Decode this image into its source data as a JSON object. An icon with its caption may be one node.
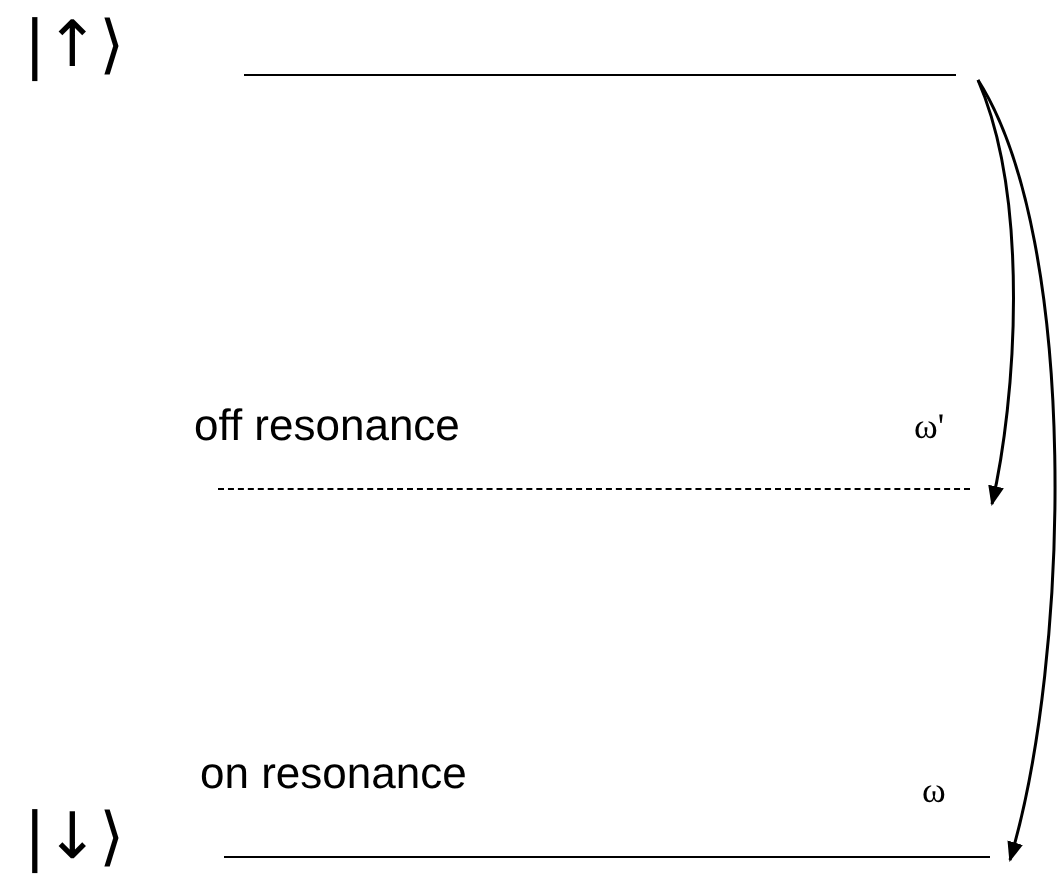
{
  "diagram": {
    "nodes": [
      {
        "text": [],
        "shape": "bar",
        "beside": [
          "|↑⟩"
        ]
      },
      {
        "text": [
          "off resonance"
        ]
      },
      {
        "text": [
          "on resonance"
        ],
        "beside": [
          "|↓⟩"
        ]
      }
    ],
    "edges": [
      {
        "from": 0,
        "to": 1,
        "arrow": "to",
        "label": "ω'"
      },
      {
        "from": 0,
        "to": 2,
        "arrow": "to",
        "label": "ω"
      }
    ]
  }
}
